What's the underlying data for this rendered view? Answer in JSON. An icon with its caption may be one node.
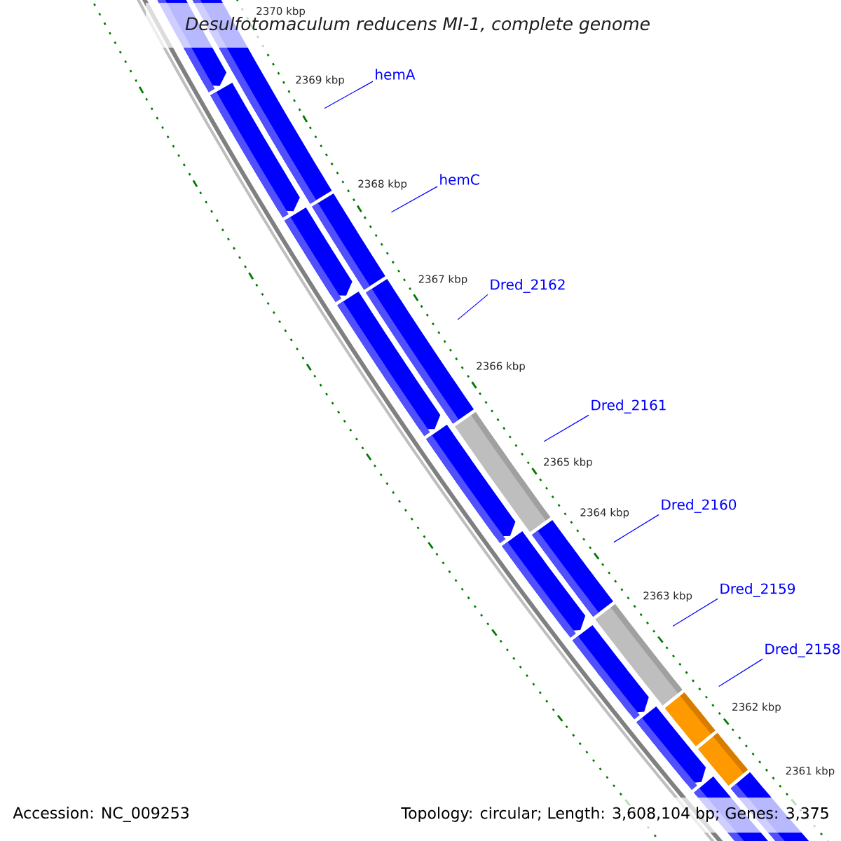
{
  "diagram": {
    "title": "Desulfotomaculum reducens MI-1, complete genome",
    "nodes": [
      {
        "text": [
          "hemA"
        ]
      },
      {
        "text": [
          "hemC"
        ]
      },
      {
        "text": [
          "Dred_2162"
        ]
      },
      {
        "text": [
          "Dred_2161"
        ]
      },
      {
        "text": [
          "Dred_2160"
        ]
      },
      {
        "text": [
          "Dred_2159"
        ]
      },
      {
        "text": [
          "Dred_2158"
        ]
      }
    ],
    "edges": [
      {
        "from": 0,
        "to": null,
        "arrow": "none"
      },
      {
        "from": 1,
        "to": null,
        "arrow": "none"
      },
      {
        "from": 2,
        "to": null,
        "arrow": "none"
      },
      {
        "from": 3,
        "to": null,
        "arrow": "none"
      },
      {
        "from": 4,
        "to": null,
        "arrow": "none"
      },
      {
        "from": 5,
        "to": null,
        "arrow": "none"
      },
      {
        "from": 6,
        "to": null,
        "arrow": "none"
      }
    ],
    "labels": [
      "2370 kbp",
      "2369 kbp",
      "2368 kbp",
      "2367 kbp",
      "2366 kbp",
      "2365 kbp",
      "2364 kbp",
      "2363 kbp",
      "2362 kbp",
      "2361 kbp",
      "Accession: NC_009253",
      "Topology: circular; Length: 3,608,104 bp; Genes: 3,375"
    ]
  }
}
